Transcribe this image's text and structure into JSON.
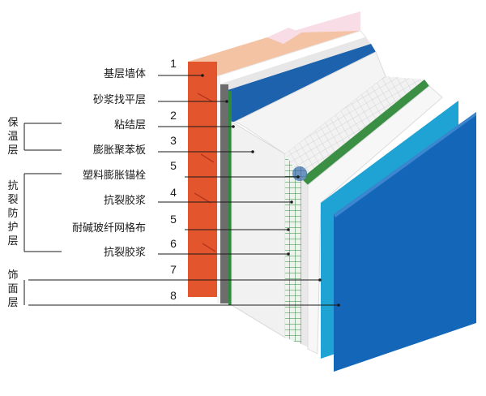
{
  "layers": [
    {
      "label": "基层墙体",
      "number": "1"
    },
    {
      "label": "砂浆找平层",
      "number": ""
    },
    {
      "label": "粘结层",
      "number": "2"
    },
    {
      "label": "膨胀聚苯板",
      "number": "3"
    },
    {
      "label": "塑料膨胀锚栓",
      "number": "5"
    },
    {
      "label": "抗裂胶浆",
      "number": "4"
    },
    {
      "label": "耐碱玻纤网格布",
      "number": "5"
    },
    {
      "label": "抗裂胶浆",
      "number": "6"
    },
    {
      "label": "",
      "number": "7"
    },
    {
      "label": "",
      "number": "8"
    }
  ],
  "groups": [
    {
      "label": "保温层"
    },
    {
      "label": "抗裂防护层"
    },
    {
      "label": "饰面层"
    }
  ],
  "colors": {
    "wall": "#e3562d",
    "wall_top": "#f6bfa1",
    "top_surface": "#f8dde6",
    "mortar": "#f1f1f1",
    "adhesive": "#6d6d6d",
    "mesh": "#2f8a3e",
    "board": "#f0f0f0",
    "anchor": "#2b5fa8",
    "finish_light": "#1fa3d4",
    "finish_dark": "#1467b8",
    "blue_edge": "#1c62ad"
  }
}
